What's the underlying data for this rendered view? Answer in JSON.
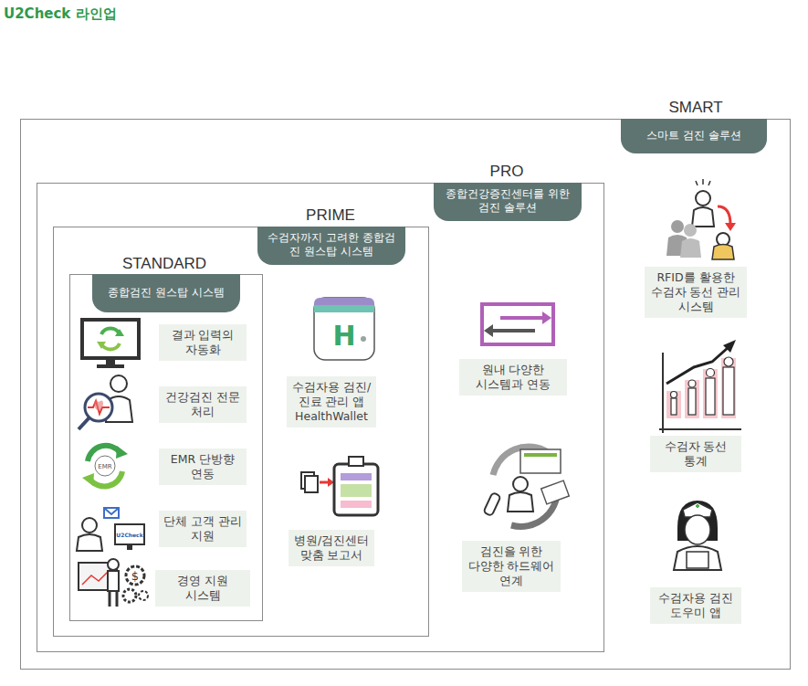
{
  "diagram": {
    "title": "U2Check 라인업",
    "nodes": [
      {
        "text": [
          "SMART",
          "스마트 검진 솔루션"
        ]
      },
      {
        "text": [
          "PRO",
          "종합건강증진센터를 위한 검진 솔루션"
        ],
        "in": 0
      },
      {
        "text": [
          "PRIME",
          "수검자까지 고려한 종합검진 원스탑 시스템"
        ],
        "in": 1
      },
      {
        "text": [
          "STANDARD",
          "종합검진 원스탑 시스템"
        ],
        "in": 2
      },
      {
        "text": [
          "결과 입력의 자동화"
        ],
        "in": 3
      },
      {
        "text": [
          "건강검진 전문 처리"
        ],
        "in": 3
      },
      {
        "text": [
          "EMR 단방향 연동"
        ],
        "in": 3
      },
      {
        "text": [
          "단체 고객 관리 지원"
        ],
        "in": 3
      },
      {
        "text": [
          "경영 지원 시스템"
        ],
        "in": 3
      },
      {
        "text": [
          "수검자용 검진/진료 관리 앱 HealthWallet"
        ],
        "in": 2
      },
      {
        "text": [
          "병원/검진센터 맞춤 보고서"
        ],
        "in": 2
      },
      {
        "text": [
          "원내 다양한 시스템과 연동"
        ],
        "in": 1
      },
      {
        "text": [
          "검진을 위한 다양한 하드웨어 연계"
        ],
        "in": 1
      },
      {
        "text": [
          "RFID를 활용한 수검자 동선 관리 시스템"
        ],
        "in": 0
      },
      {
        "text": [
          "수검자 동선 통계"
        ],
        "in": 0
      },
      {
        "text": [
          "수검자용 검진 도우미 앱"
        ],
        "in": 0
      }
    ],
    "labels": [
      "H",
      "EMR",
      "U2Check"
    ]
  }
}
